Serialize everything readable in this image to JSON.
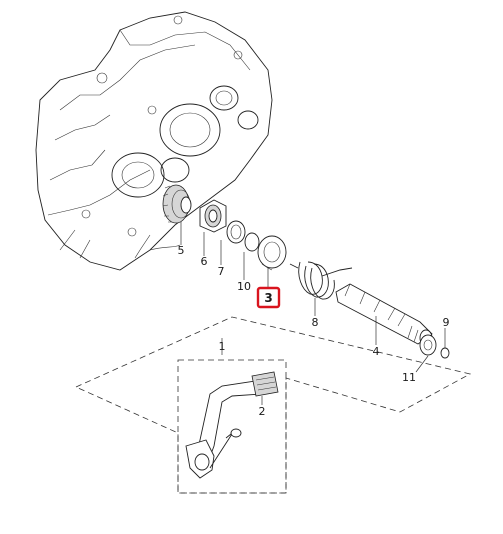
{
  "diagram": {
    "highlight_color": "#d9141e",
    "highlighted_part": "3",
    "parts": [
      {
        "id": "p1",
        "label": "1"
      },
      {
        "id": "p2",
        "label": "2"
      },
      {
        "id": "p3",
        "label": "3"
      },
      {
        "id": "p4",
        "label": "4"
      },
      {
        "id": "p5",
        "label": "5"
      },
      {
        "id": "p6",
        "label": "6"
      },
      {
        "id": "p7",
        "label": "7"
      },
      {
        "id": "p8",
        "label": "8"
      },
      {
        "id": "p9",
        "label": "9"
      },
      {
        "id": "p10",
        "label": "10"
      },
      {
        "id": "p11",
        "label": "11"
      }
    ]
  }
}
